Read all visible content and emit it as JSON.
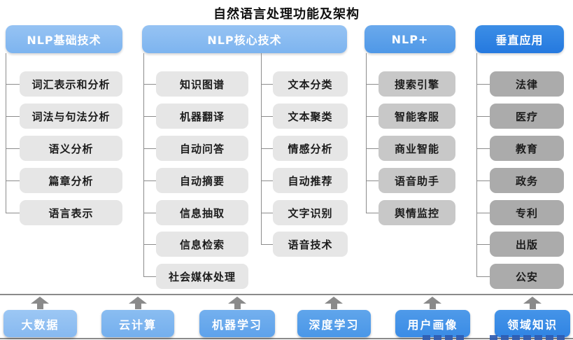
{
  "title": "自然语言处理功能及架构",
  "columns": [
    {
      "header": "NLP基础技术",
      "items": [
        "词汇表示和分析",
        "词法与句法分析",
        "语义分析",
        "篇章分析",
        "语言表示"
      ]
    },
    {
      "header": "NLP核心技术",
      "left_items": [
        "知识图谱",
        "机器翻译",
        "自动问答",
        "自动摘要",
        "信息抽取",
        "信息检索",
        "社会媒体处理"
      ],
      "right_items": [
        "文本分类",
        "文本聚类",
        "情感分析",
        "自动推荐",
        "文字识别",
        "语音技术"
      ]
    },
    {
      "header": "NLP+",
      "items": [
        "搜索引擎",
        "智能客服",
        "商业智能",
        "语音助手",
        "舆情监控"
      ]
    },
    {
      "header": "垂直应用",
      "items": [
        "法律",
        "医疗",
        "教育",
        "政务",
        "专利",
        "出版",
        "公安"
      ]
    }
  ],
  "foundation": {
    "items": [
      "大数据",
      "云计算",
      "机器学习",
      "深度学习",
      "用户画像",
      "领域知识"
    ]
  },
  "colors": {
    "header_light_blue": "#87baef",
    "header_medium_blue": "#5b9fe9",
    "header_deep_blue": "#2e83e2",
    "node_light_gray": "#e6e6e6",
    "node_medium_gray": "#c8c8c8",
    "node_dark_gray": "#ababab",
    "foundation_blues": [
      "#92c1f2",
      "#7fb7f0",
      "#69aaee",
      "#559fea",
      "#4494e8",
      "#3a8ce5"
    ],
    "connector_gray": "#8c8c8c",
    "arrow_gray": "#8a8a8a"
  }
}
